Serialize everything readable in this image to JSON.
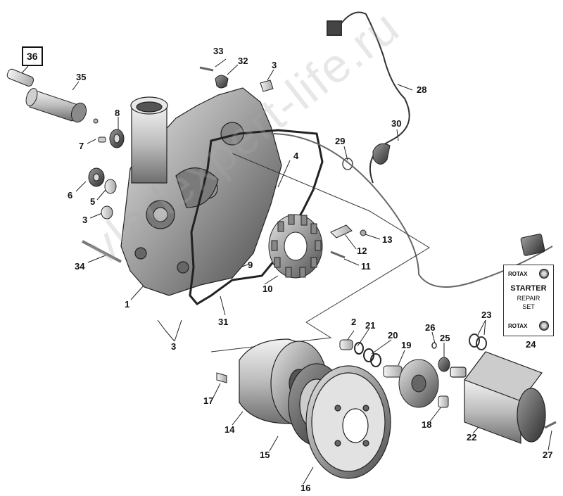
{
  "diagram": {
    "boxed_callout": "36",
    "callouts": {
      "c1": "1",
      "c2": "2",
      "c3a": "3",
      "c3b": "3",
      "c3c": "3",
      "c4": "4",
      "c5": "5",
      "c6": "6",
      "c7": "7",
      "c8": "8",
      "c9": "9",
      "c10": "10",
      "c11": "11",
      "c12": "12",
      "c13": "13",
      "c14": "14",
      "c15": "15",
      "c16": "16",
      "c17": "17",
      "c18": "18",
      "c19": "19",
      "c20": "20",
      "c21": "21",
      "c22": "22",
      "c23": "23",
      "c24": "24",
      "c25": "25",
      "c26": "26",
      "c27": "27",
      "c28": "28",
      "c29": "29",
      "c30": "30",
      "c31": "31",
      "c32": "32",
      "c33": "33",
      "c34": "34",
      "c35": "35"
    },
    "repair_kit": {
      "brand_top": "ROTAX",
      "title_line1": "STARTER",
      "title_line2": "REPAIR",
      "title_line3": "SET",
      "brand_bottom": "ROTAX"
    },
    "watermark": "vladexpert-life.ru"
  }
}
